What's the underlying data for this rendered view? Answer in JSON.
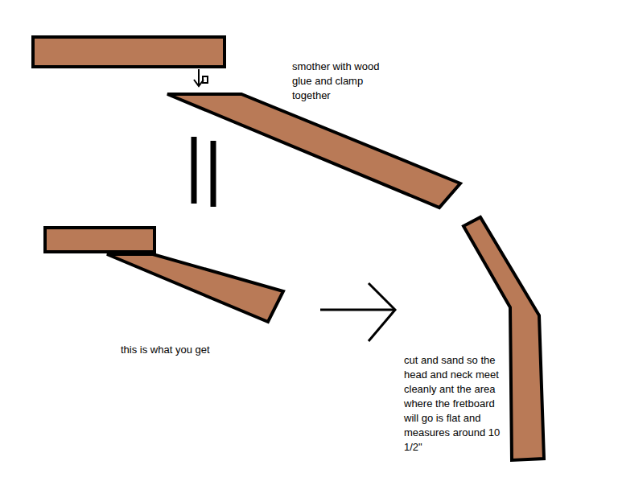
{
  "diagram": {
    "labels": [
      "smother with wood glue and clamp together",
      "this is what you get",
      "cut and sand so the head and neck meet cleanly ant the area where the fretboard will go is flat and measures around 10 1/2\""
    ]
  }
}
